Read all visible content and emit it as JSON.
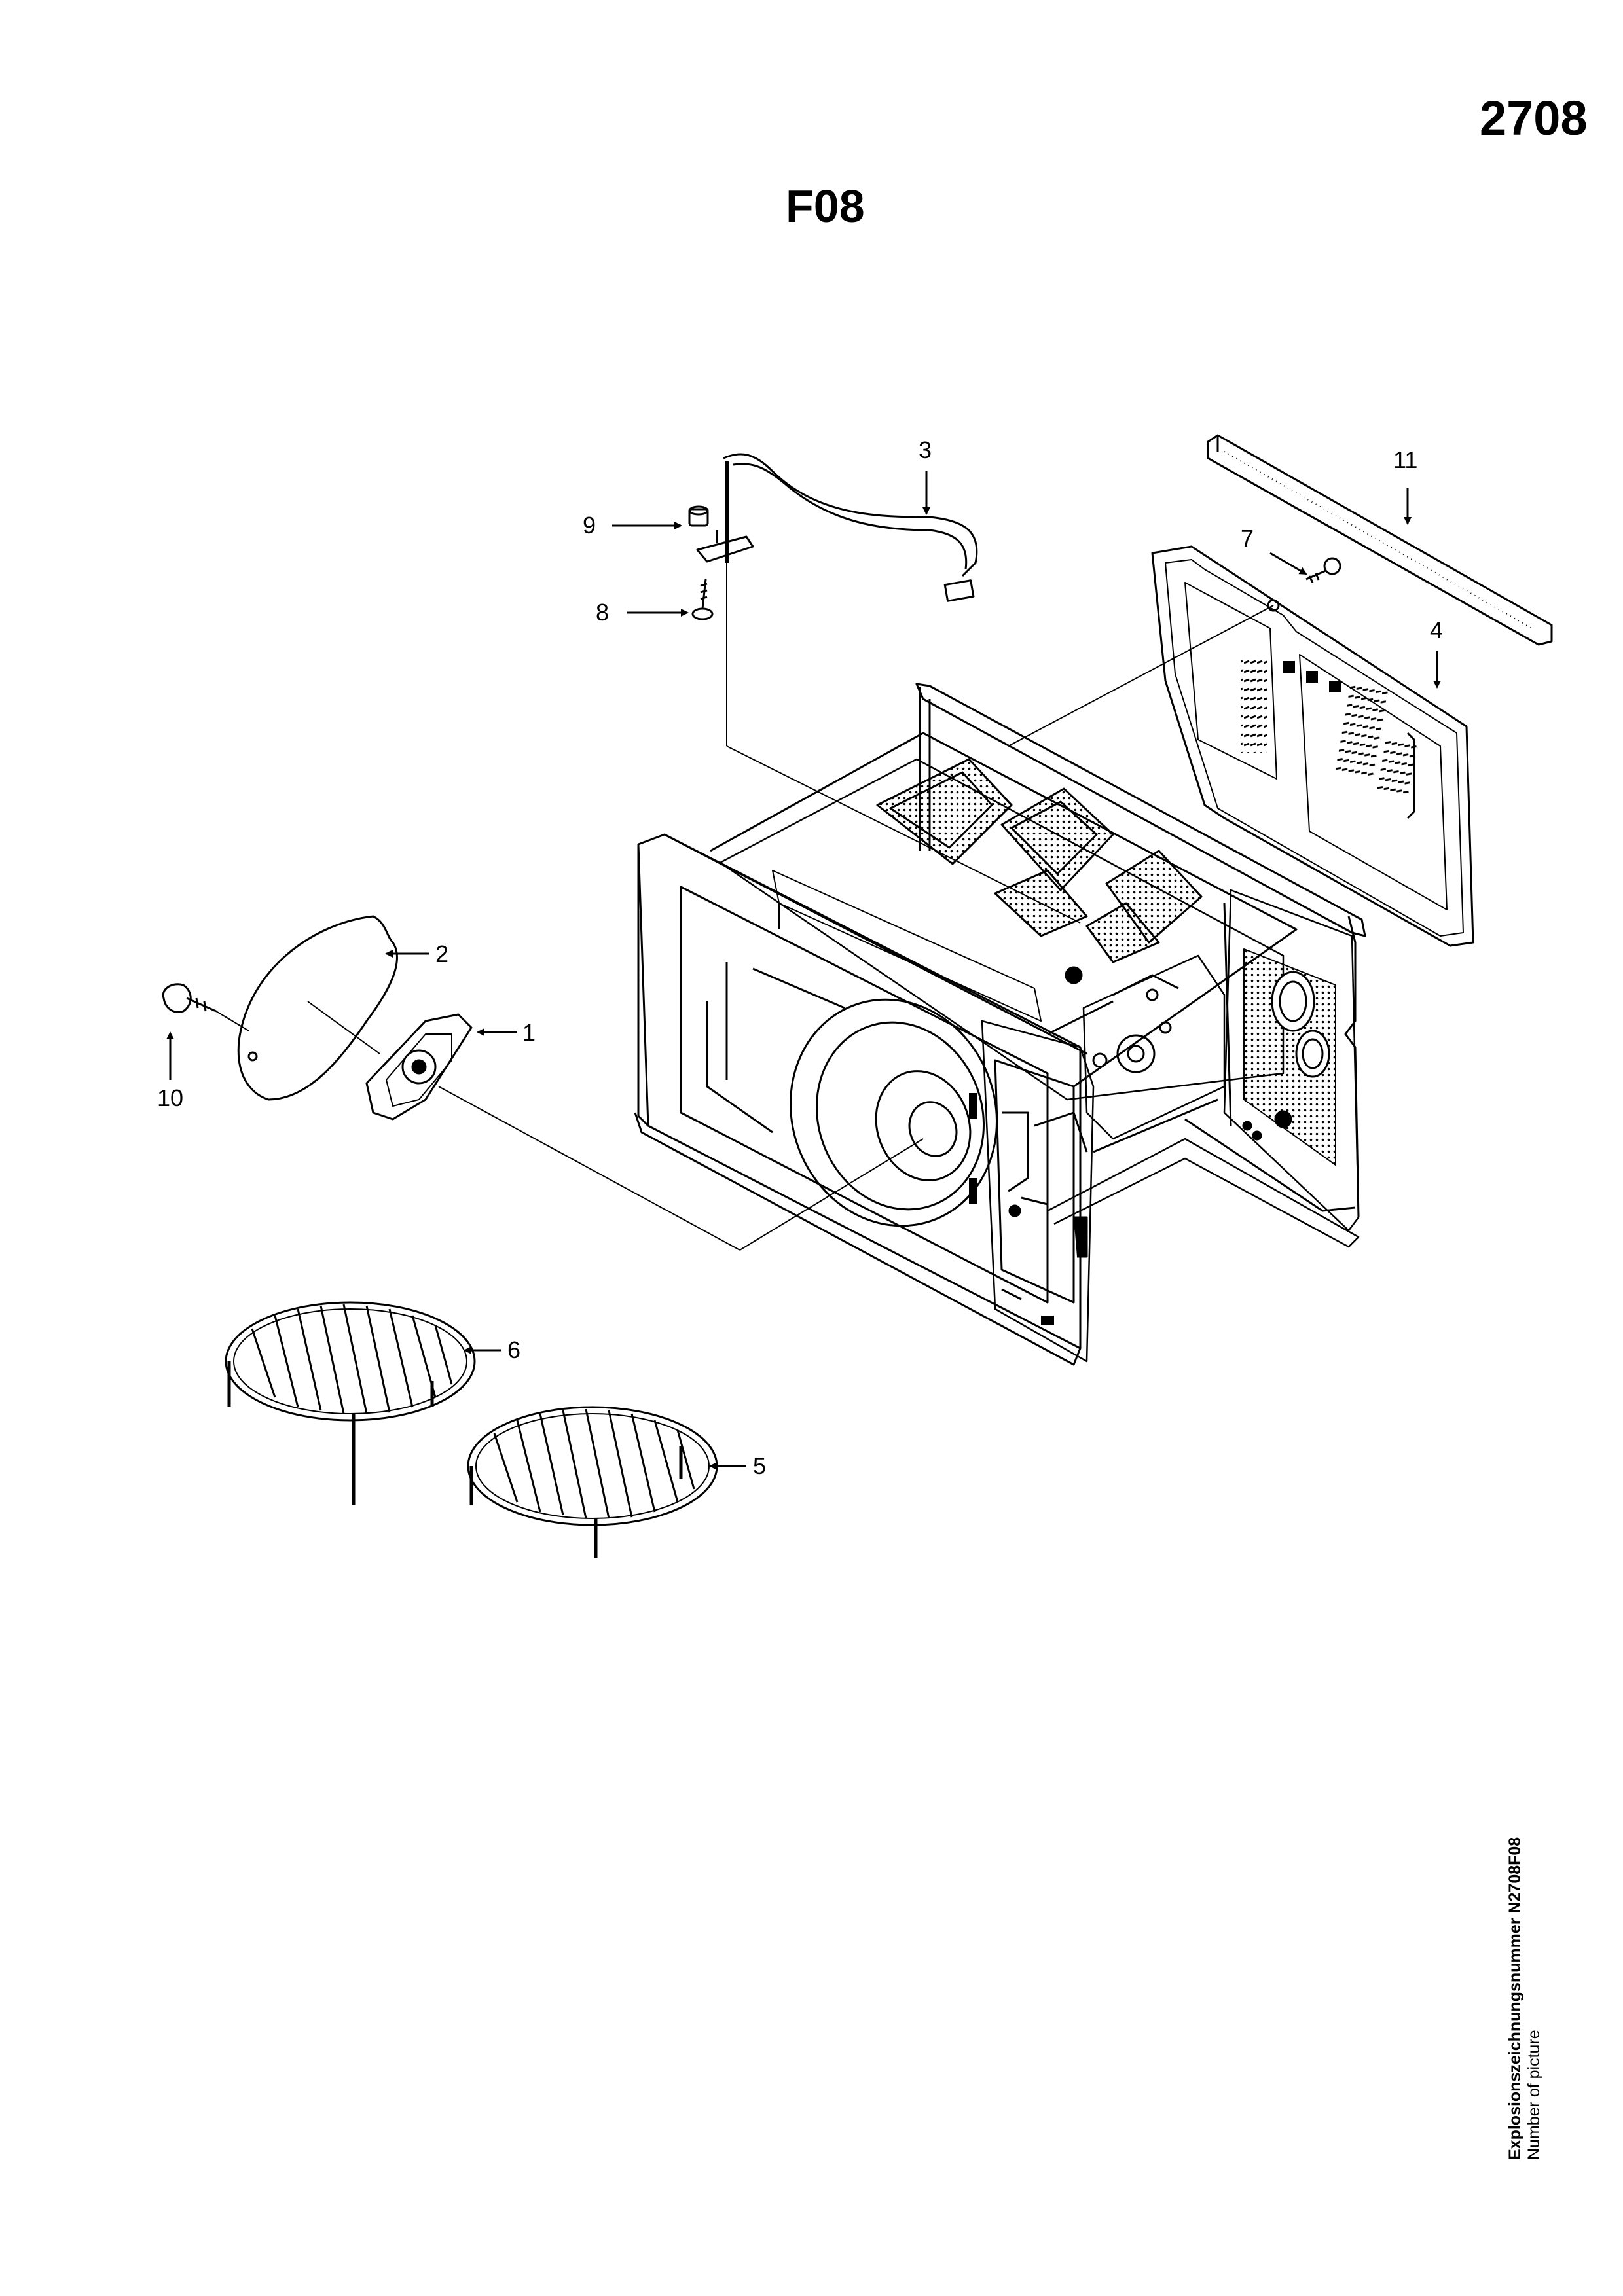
{
  "header": {
    "page_number": "2708",
    "sheet_code": "F08"
  },
  "callouts": [
    "1",
    "2",
    "3",
    "4",
    "5",
    "6",
    "7",
    "8",
    "9",
    "10",
    "11"
  ],
  "caption": {
    "de": "Explosionszeichnungsnummer N2708F08",
    "en": "Number of picture"
  },
  "colors": {
    "ink": "#000000",
    "paper": "#ffffff"
  }
}
